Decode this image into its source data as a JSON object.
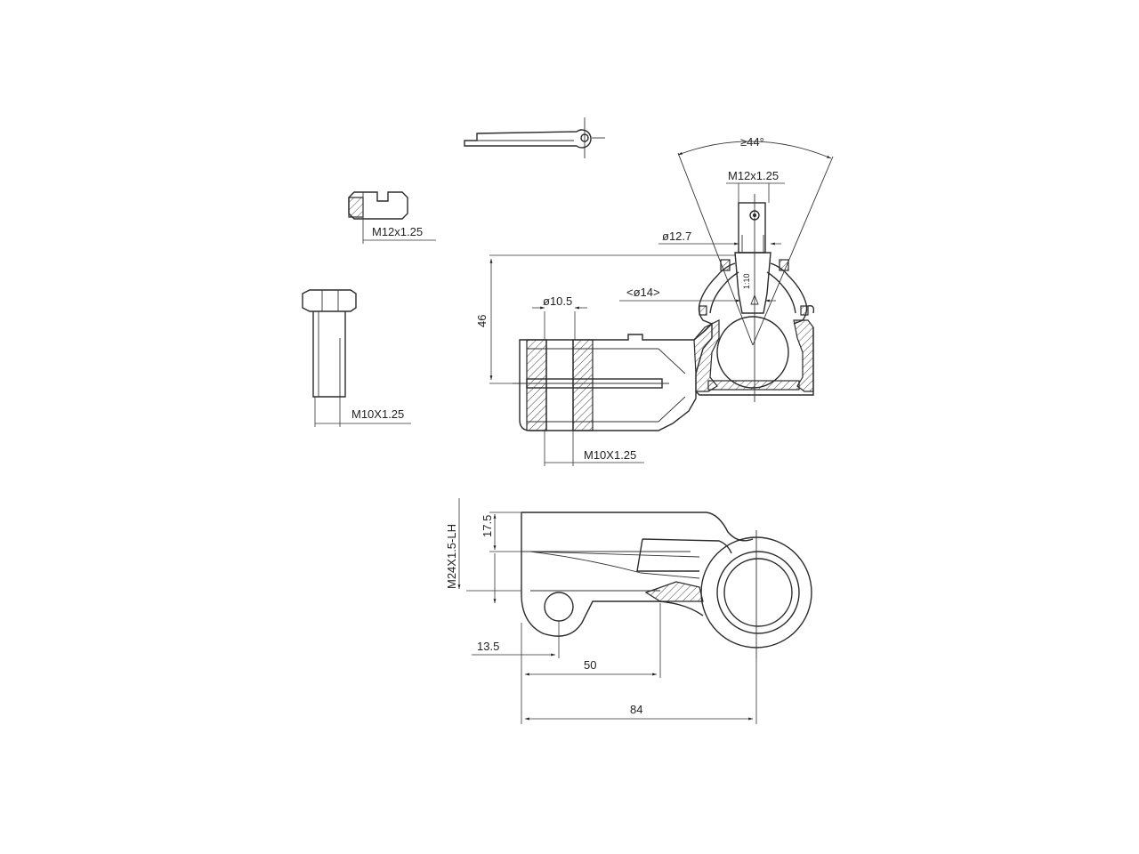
{
  "labels": {
    "castle_nut_thread": "M12x1.25",
    "bolt_thread": "M10X1.25",
    "cone_angle": "≥44°",
    "stud_thread": "M12x1.25",
    "stud_diameter": "ø12.7",
    "cone_diameter": "<ø14>",
    "bore_diameter": "ø10.5",
    "taper_ratio": "1:10",
    "height_46": "46",
    "housing_bolt_thread": "M10X1.25",
    "main_thread": "M24X1.5-LH",
    "offset_17_5": "17.5",
    "dim_13_5": "13.5",
    "dim_50": "50",
    "dim_84": "84"
  }
}
